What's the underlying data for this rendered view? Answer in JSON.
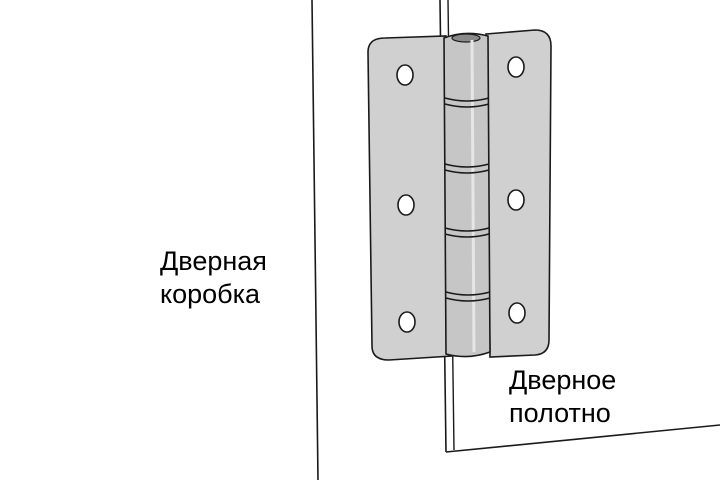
{
  "labels": {
    "door_frame": {
      "line1": "Дверная",
      "line2": "коробка"
    },
    "door_leaf": {
      "line1": "Дверное",
      "line2": "полотно"
    }
  },
  "colors": {
    "background": "#ffffff",
    "outline": "#1a1a1a",
    "hinge_plate": "#d0d0d0",
    "hinge_knuckle": "#c6c6c6",
    "hole": "#ffffff"
  },
  "icons": {
    "screw_hole": "screw-hole-icon"
  }
}
